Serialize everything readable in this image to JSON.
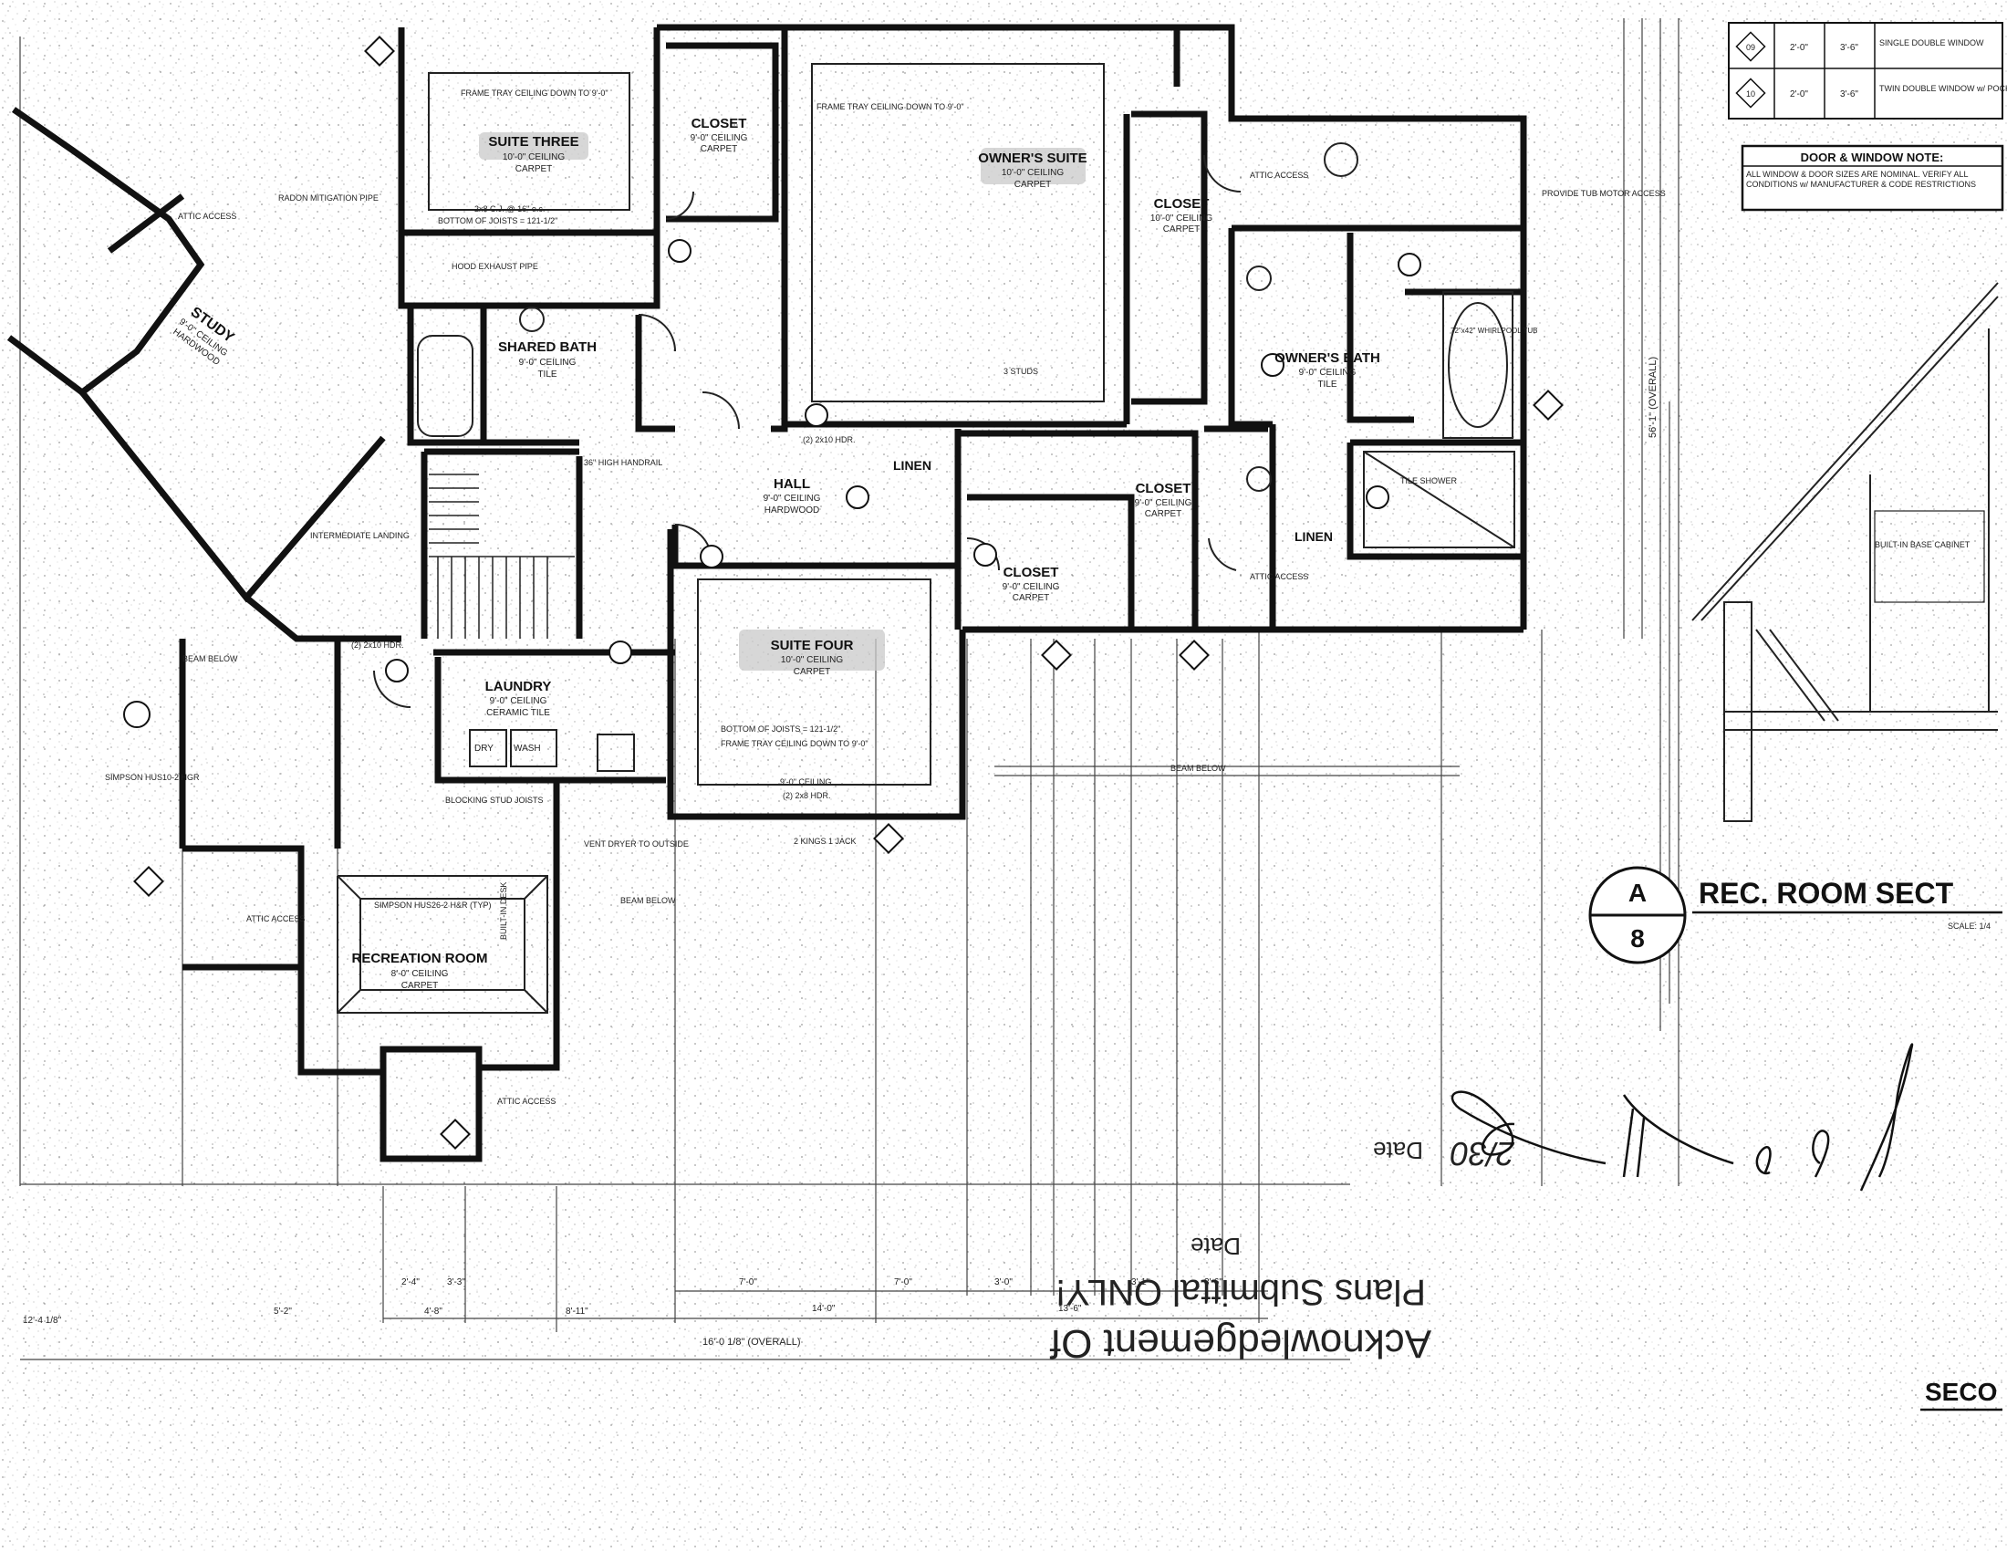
{
  "rooms": {
    "suite_three": {
      "name": "SUITE THREE",
      "ceiling": "10'-0\" CEILING",
      "floor": "CARPET"
    },
    "closet_1": {
      "name": "CLOSET",
      "ceiling": "9'-0\" CEILING",
      "floor": "CARPET"
    },
    "owners_suite": {
      "name": "OWNER'S SUITE",
      "ceiling": "10'-0\" CEILING",
      "floor": "CARPET"
    },
    "closet_2": {
      "name": "CLOSET",
      "ceiling": "10'-0\" CEILING",
      "floor": "CARPET"
    },
    "study": {
      "name": "STUDY",
      "ceiling": "9'-0\" CEILING",
      "floor": "HARDWOOD"
    },
    "shared_bath": {
      "name": "SHARED BATH",
      "ceiling": "9'-0\" CEILING",
      "floor": "TILE"
    },
    "owners_bath": {
      "name": "OWNER'S BATH",
      "ceiling": "9'-0\" CEILING",
      "floor": "TILE"
    },
    "hall": {
      "name": "HALL",
      "ceiling": "9'-0\" CEILING",
      "floor": "HARDWOOD"
    },
    "linen_1": {
      "name": "LINEN"
    },
    "closet_3": {
      "name": "CLOSET",
      "ceiling": "9'-0\" CEILING",
      "floor": "CARPET"
    },
    "closet_4": {
      "name": "CLOSET",
      "ceiling": "9'-0\" CEILING",
      "floor": "CARPET"
    },
    "linen_2": {
      "name": "LINEN"
    },
    "suite_four": {
      "name": "SUITE FOUR",
      "ceiling": "10'-0\" CEILING",
      "floor": "CARPET"
    },
    "laundry": {
      "name": "LAUNDRY",
      "ceiling": "9'-0\" CEILING",
      "floor": "CERAMIC TILE"
    },
    "recreation": {
      "name": "RECREATION ROOM",
      "ceiling": "8'-0\" CEILING",
      "floor": "CARPET"
    }
  },
  "notes": {
    "frame_tray_3": "FRAME TRAY CEILING DOWN TO 9'-0\"",
    "frame_tray_owner": "FRAME TRAY CEILING DOWN TO 9'-0\"",
    "bottom_joists_3": "BOTTOM OF JOISTS = 121-1/2\"",
    "joists_3": "2x8 C.J. @ 16\" o.c.",
    "hood_exhaust": "HOOD EXHAUST PIPE",
    "radon": "RADON MITIGATION PIPE",
    "attic_access": "ATTIC ACCESS",
    "provide_tub": "PROVIDE TUB MOTOR ACCESS",
    "whirlpool": "72\"x42\" WHIRLPOOL TUB",
    "tile_shower": "TILE SHOWER",
    "hdr_2x10": "(2) 2x10 HDR.",
    "three_studs": "3 STUDS",
    "handrail": "36\" HIGH HANDRAIL",
    "intermediate": "INTERMEDIATE LANDING",
    "beam_below": "BEAM BELOW",
    "dry": "DRY",
    "wash": "WASH",
    "vent_dryer": "VENT DRYER TO OUTSIDE",
    "kings_jack": "2 KINGS 1 JACK",
    "blocking": "BLOCKING STUD JOISTS",
    "simpson_rec": "SIMPSON HUS26-2 H&R (TYP)",
    "simpson_left": "SIMPSON HUS10-2 HGR",
    "built_in_desk": "BUILT-IN DESK",
    "built_in_base": "BUILT-IN BASE CABINET",
    "bottom_joists_4": "BOTTOM OF JOISTS = 121-1/2\"",
    "frame_tray_4": "FRAME TRAY CEILING DOWN TO 9'-0\"",
    "ceiling_9": "9'-0\" CEILING",
    "hdr_2x8": "(2) 2x8 HDR."
  },
  "window_schedule": {
    "rows": [
      {
        "tag": "09",
        "w": "2'-0\"",
        "h": "3'-6\"",
        "desc": "SINGLE DOUBLE WINDOW"
      },
      {
        "tag": "10",
        "w": "2'-0\"",
        "h": "3'-6\"",
        "desc": "TWIN DOUBLE WINDOW w/ POCKET"
      }
    ],
    "note_title": "DOOR & WINDOW NOTE:",
    "note_text": "ALL WINDOW & DOOR SIZES ARE NOMINAL. VERIFY ALL CONDITIONS w/ MANUFACTURER & CODE RESTRICTIONS"
  },
  "section": {
    "top": "A",
    "bottom": "8",
    "title": "REC. ROOM SECT",
    "scale": "SCALE: 1/4"
  },
  "dimensions": {
    "d1": "7'-0\"",
    "d2": "7'-0\"",
    "d3": "3'-0\"",
    "d4": "3'-1\"",
    "d5": "3'-6\"",
    "d6": "14'-0\"",
    "d7": "13'-6\"",
    "d8": "2'-4\"",
    "d9": "3'-3\"",
    "d10": "4'-8\"",
    "d11": "8'-11\"",
    "d12": "5'-2\"",
    "d13": "12'-4 1/8\"",
    "overall_bottom": "16'-0 1/8\" (OVERALL)",
    "overall_right": "56'-1\" (OVERALL)"
  },
  "stamp": {
    "line1": "Acknowledgement Of",
    "line2": "Plans Submittal ONLY!",
    "date_label": "Date",
    "date_label2": "Date",
    "date_value": "2/30"
  },
  "sheet_label": "SECO"
}
